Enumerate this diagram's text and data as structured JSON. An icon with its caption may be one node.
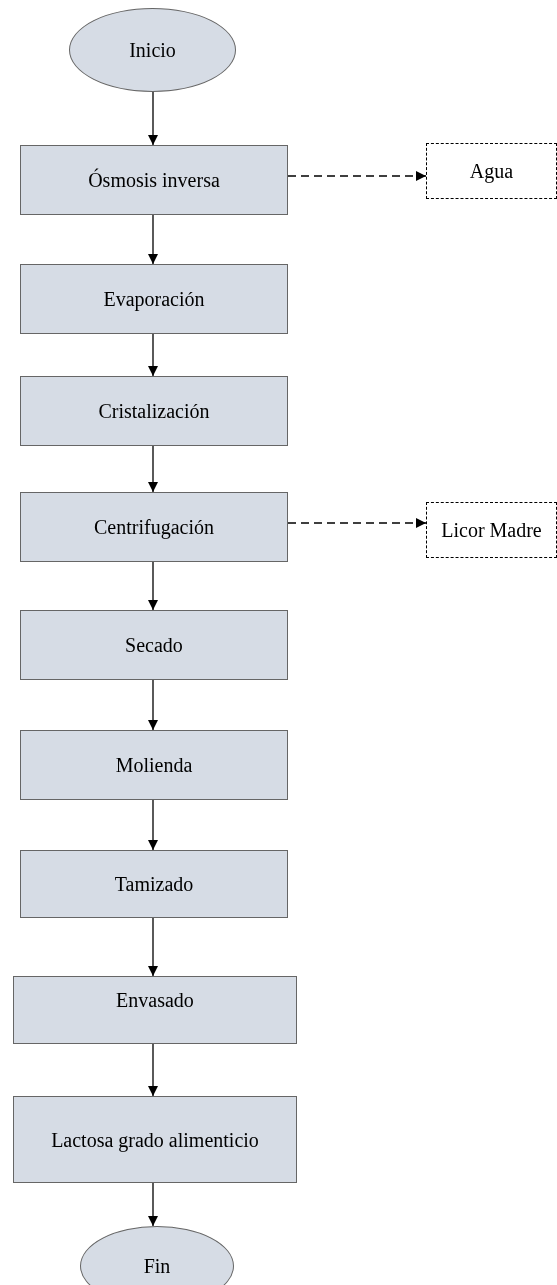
{
  "diagram": {
    "nodes": [
      {
        "text": [
          "Inicio"
        ]
      },
      {
        "text": [
          "Ósmosis inversa"
        ]
      },
      {
        "text": [
          "Agua"
        ]
      },
      {
        "text": [
          "Evaporación"
        ]
      },
      {
        "text": [
          "Cristalización"
        ]
      },
      {
        "text": [
          "Centrifugación"
        ]
      },
      {
        "text": [
          "Licor Madre"
        ]
      },
      {
        "text": [
          "Secado"
        ]
      },
      {
        "text": [
          "Molienda"
        ]
      },
      {
        "text": [
          "Tamizado"
        ]
      },
      {
        "text": [
          "Envasado"
        ]
      },
      {
        "text": [
          "Lactosa grado alimenticio"
        ]
      },
      {
        "text": [
          "Fin"
        ]
      }
    ],
    "edges": [
      {
        "from": 0,
        "to": 1,
        "arrow": "to"
      },
      {
        "from": 1,
        "to": 2,
        "arrow": "to",
        "style": "dashed"
      },
      {
        "from": 1,
        "to": 3,
        "arrow": "to"
      },
      {
        "from": 3,
        "to": 4,
        "arrow": "to"
      },
      {
        "from": 4,
        "to": 5,
        "arrow": "to"
      },
      {
        "from": 5,
        "to": 6,
        "arrow": "to",
        "style": "dashed"
      },
      {
        "from": 5,
        "to": 7,
        "arrow": "to"
      },
      {
        "from": 7,
        "to": 8,
        "arrow": "to"
      },
      {
        "from": 8,
        "to": 9,
        "arrow": "to"
      },
      {
        "from": 9,
        "to": 10,
        "arrow": "to"
      },
      {
        "from": 10,
        "to": 11,
        "arrow": "to"
      },
      {
        "from": 11,
        "to": 12,
        "arrow": "to"
      }
    ]
  }
}
